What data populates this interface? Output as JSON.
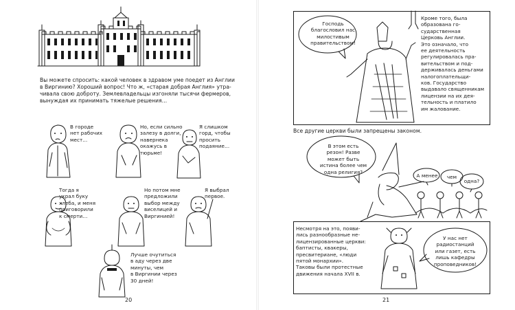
{
  "left_page": {
    "intro_text": "Вы можете спросить: какой человек в здравом уме поедет из Англии\nв Виргинию? Хороший вопрос! Что ж, «старая добрая Англия» утра-\nчивала свою доброту. Землевладельцы изгоняли тысячи фермеров,\nвынуждая их принимать тяжелые решения…",
    "panels": [
      "В городе\nнет рабочих\nмест…",
      "Но, если сильно\nзалезу в долги,\nнавернека\nокажусь в\nтюрьме!",
      "Я слишком\nгорд, чтобы\nпросить\nподаяние…",
      "Тогда я\nукрал буку\nхлеба, и меня\nприговорили\nк смерти…",
      "Но потом мне\nпредложили\nвыбор между\nвиселицей и\nВиргинией!",
      "Я выбрал\nпервое.",
      "Лучше очутиться\nв аду через две\nминуты, чем\nв Виргинии через\n30 дней!"
    ],
    "page_number": "20"
  },
  "right_page": {
    "top_bubble": "Господь\nблагословил нас\nмилостивым\nправительством!",
    "top_caption": "Кроме того, была\nобразована го-\nсударственная\nЦерковь Англии.\nЭто означало, что\nее деятельность\nрегулировалась пра-\nвительством и под-\nдерживалась деньгами\nналогоплательщи-\nков. Государство\nвыдавало священникам\nлицензии на их дея-\nтельность и платило\nим жалование.",
    "middle_caption": "Все другие церкви были запрещены законом.",
    "wizard_bubble": "В этом есть\nрезон! Разве\nможет быть\nистина более чем\nодна религия?",
    "small_bubbles": [
      "А менее",
      "чем",
      "одна?"
    ],
    "bottom_caption": "Несмотря на это, появи-\nлись разнообразные не-\nлицензированные церкви:\nбаптисты, квакеры,\nпресвитериане, «люди\nпятой монархии».\nТаковы были протестные\nдвижения начала XVII в.",
    "bottom_bubble": "У нас нет\nрадиостанций\nили газет, есть\nлишь кафедры\nпроповедников!",
    "page_number": "21"
  }
}
